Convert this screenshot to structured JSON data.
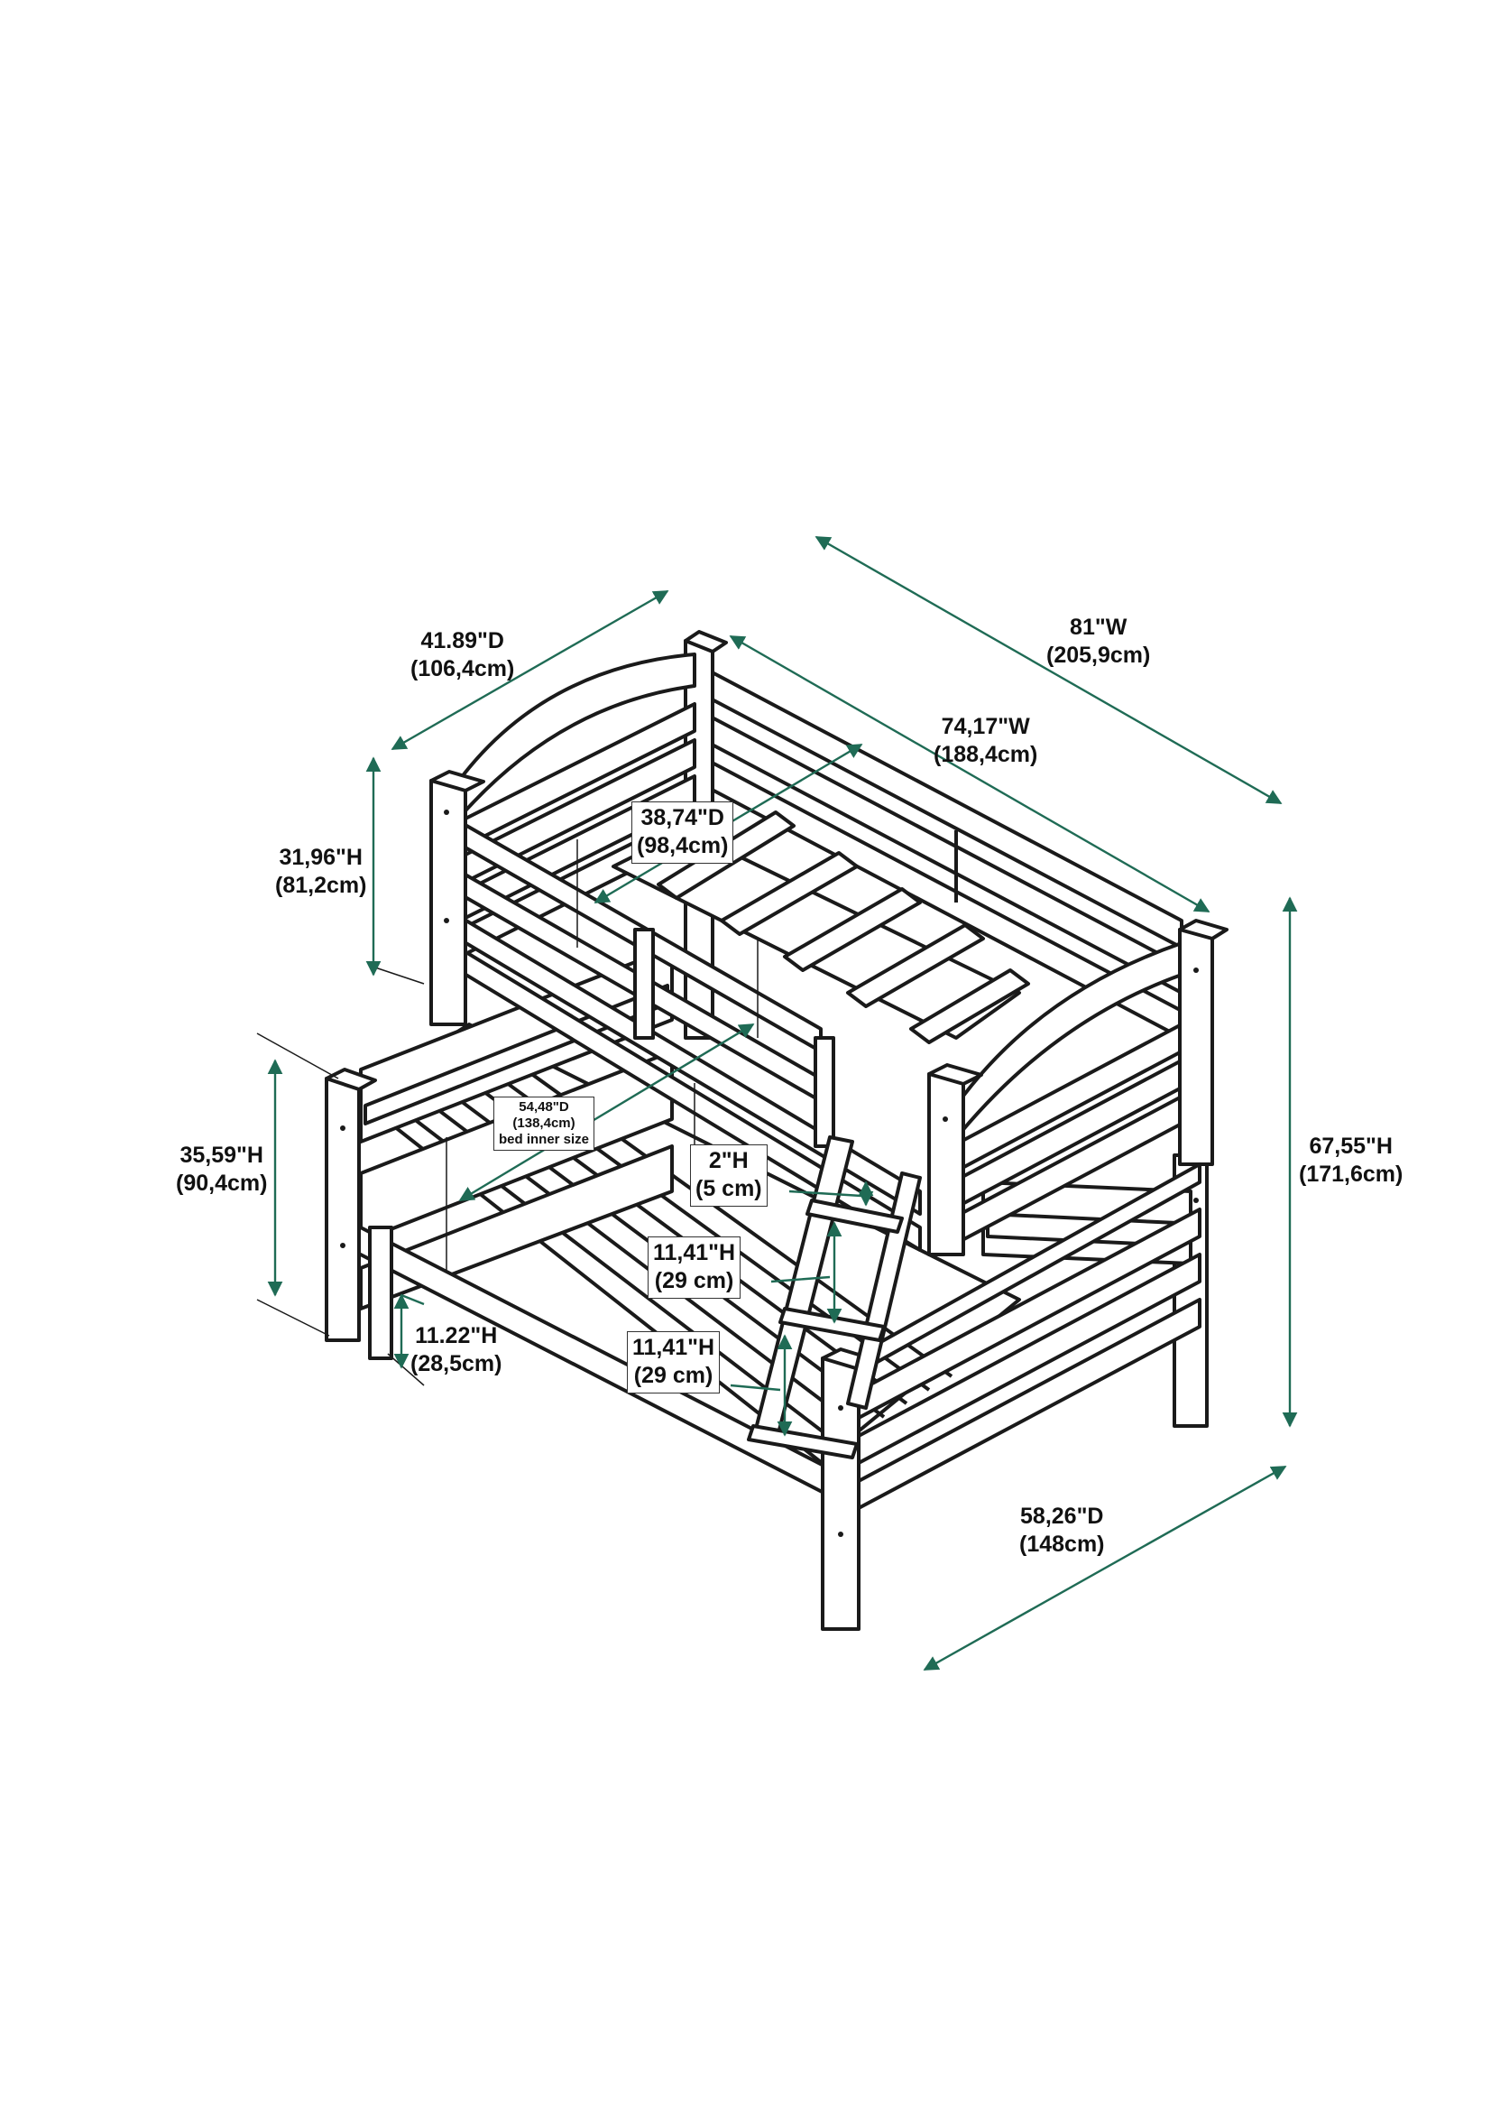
{
  "colors": {
    "dimension": "#1f6b55",
    "drawing": "#1a1a1a",
    "background": "#ffffff"
  },
  "dimensions": {
    "overall_width": {
      "imperial": "81\"W",
      "metric": "(205,9cm)"
    },
    "top_depth": {
      "imperial": "41.89\"D",
      "metric": "(106,4cm)"
    },
    "inner_width": {
      "imperial": "74,17\"W",
      "metric": "(188,4cm)"
    },
    "rail_height": {
      "imperial": "31,96\"H",
      "metric": "(81,2cm)"
    },
    "top_inner_depth": {
      "imperial": "38,74\"D",
      "metric": "(98,4cm)"
    },
    "lower_height": {
      "imperial": "35,59\"H",
      "metric": "(90,4cm)"
    },
    "lower_inner": {
      "imperial": "54,48\"D",
      "metric": "(138,4cm)",
      "note": "bed inner size"
    },
    "step_gap": {
      "imperial": "2\"H",
      "metric": "(5 cm)"
    },
    "step_1": {
      "imperial": "11,41\"H",
      "metric": "(29 cm)"
    },
    "step_2": {
      "imperial": "11,41\"H",
      "metric": "(29 cm)"
    },
    "ground_clear": {
      "imperial": "11.22\"H",
      "metric": "(28,5cm)"
    },
    "overall_height": {
      "imperial": "67,55\"H",
      "metric": "(171,6cm)"
    },
    "bottom_depth": {
      "imperial": "58,26\"D",
      "metric": "(148cm)"
    }
  }
}
